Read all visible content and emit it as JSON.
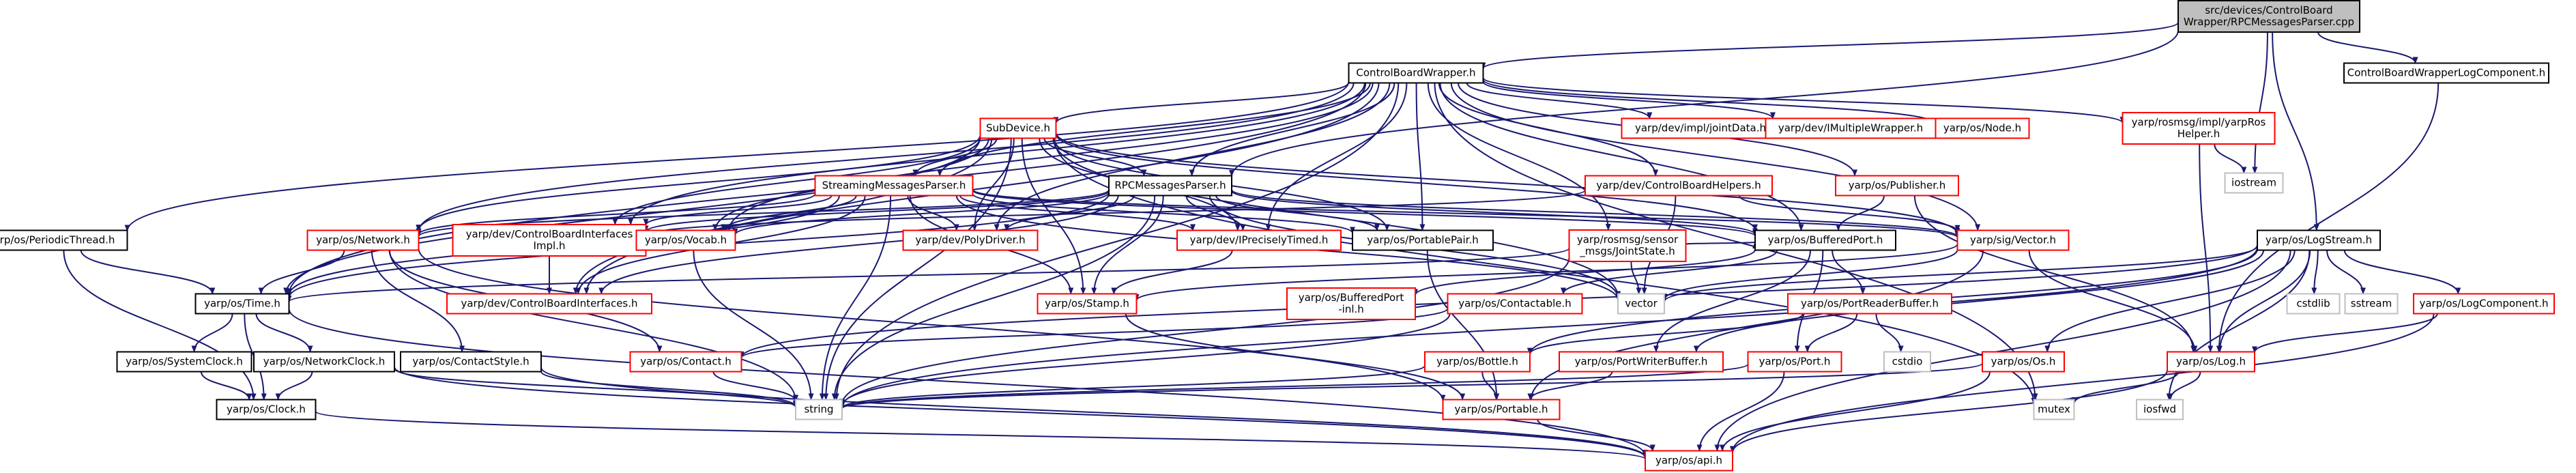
{
  "graph": {
    "nodes": [
      {
        "id": "root",
        "lines": [
          "src/devices/ControlBoard",
          "Wrapper/RPCMessagesParser.cpp"
        ],
        "color": "#000000",
        "fill": "#bfbfbf",
        "link": false
      },
      {
        "id": "cbw",
        "lines": [
          "ControlBoardWrapper.h"
        ],
        "color": "#000000",
        "fill": "#ffffff",
        "link": true
      },
      {
        "id": "cbwlog",
        "lines": [
          "ControlBoardWrapperLogComponent.h"
        ],
        "color": "#000000",
        "fill": "#ffffff",
        "link": true
      },
      {
        "id": "subdevice",
        "lines": [
          "SubDevice.h"
        ],
        "color": "#ff0000",
        "fill": "#ffffff",
        "link": true
      },
      {
        "id": "jointdata",
        "lines": [
          "yarp/dev/impl/jointData.h"
        ],
        "color": "#ff0000",
        "fill": "#ffffff",
        "link": true
      },
      {
        "id": "imultiple",
        "lines": [
          "yarp/dev/IMultipleWrapper.h"
        ],
        "color": "#ff0000",
        "fill": "#ffffff",
        "link": true
      },
      {
        "id": "node",
        "lines": [
          "yarp/os/Node.h"
        ],
        "color": "#ff0000",
        "fill": "#ffffff",
        "link": true
      },
      {
        "id": "roshelper",
        "lines": [
          "yarp/rosmsg/impl/yarpRos",
          "Helper.h"
        ],
        "color": "#ff0000",
        "fill": "#ffffff",
        "link": true
      },
      {
        "id": "iostream",
        "lines": [
          "iostream"
        ],
        "color": "#bfbfbf",
        "fill": "#ffffff",
        "link": false
      },
      {
        "id": "streamingparser",
        "lines": [
          "StreamingMessagesParser.h"
        ],
        "color": "#ff0000",
        "fill": "#ffffff",
        "link": true
      },
      {
        "id": "rpcparser",
        "lines": [
          "RPCMessagesParser.h"
        ],
        "color": "#000000",
        "fill": "#ffffff",
        "link": true
      },
      {
        "id": "cbhelpers",
        "lines": [
          "yarp/dev/ControlBoardHelpers.h"
        ],
        "color": "#ff0000",
        "fill": "#ffffff",
        "link": true
      },
      {
        "id": "publisher",
        "lines": [
          "yarp/os/Publisher.h"
        ],
        "color": "#ff0000",
        "fill": "#ffffff",
        "link": true
      },
      {
        "id": "periodicthread",
        "lines": [
          "yarp/os/PeriodicThread.h"
        ],
        "color": "#000000",
        "fill": "#ffffff",
        "link": true
      },
      {
        "id": "network",
        "lines": [
          "yarp/os/Network.h"
        ],
        "color": "#ff0000",
        "fill": "#ffffff",
        "link": true
      },
      {
        "id": "cbiimpl",
        "lines": [
          "yarp/dev/ControlBoardInterfaces",
          "Impl.h"
        ],
        "color": "#ff0000",
        "fill": "#ffffff",
        "link": true
      },
      {
        "id": "vocab",
        "lines": [
          "yarp/os/Vocab.h"
        ],
        "color": "#ff0000",
        "fill": "#ffffff",
        "link": true
      },
      {
        "id": "polydriver",
        "lines": [
          "yarp/dev/PolyDriver.h"
        ],
        "color": "#ff0000",
        "fill": "#ffffff",
        "link": true
      },
      {
        "id": "iprecisely",
        "lines": [
          "yarp/dev/IPreciselyTimed.h"
        ],
        "color": "#ff0000",
        "fill": "#ffffff",
        "link": true
      },
      {
        "id": "portablepair",
        "lines": [
          "yarp/os/PortablePair.h"
        ],
        "color": "#000000",
        "fill": "#ffffff",
        "link": true
      },
      {
        "id": "jointstate",
        "lines": [
          "yarp/rosmsg/sensor",
          "_msgs/JointState.h"
        ],
        "color": "#ff0000",
        "fill": "#ffffff",
        "link": true
      },
      {
        "id": "bufferedport",
        "lines": [
          "yarp/os/BufferedPort.h"
        ],
        "color": "#000000",
        "fill": "#ffffff",
        "link": true
      },
      {
        "id": "sigvector",
        "lines": [
          "yarp/sig/Vector.h"
        ],
        "color": "#ff0000",
        "fill": "#ffffff",
        "link": true
      },
      {
        "id": "logstream",
        "lines": [
          "yarp/os/LogStream.h"
        ],
        "color": "#000000",
        "fill": "#ffffff",
        "link": true
      },
      {
        "id": "time",
        "lines": [
          "yarp/os/Time.h"
        ],
        "color": "#000000",
        "fill": "#ffffff",
        "link": true
      },
      {
        "id": "cbi",
        "lines": [
          "yarp/dev/ControlBoardInterfaces.h"
        ],
        "color": "#ff0000",
        "fill": "#ffffff",
        "link": true
      },
      {
        "id": "stamp",
        "lines": [
          "yarp/os/Stamp.h"
        ],
        "color": "#ff0000",
        "fill": "#ffffff",
        "link": true
      },
      {
        "id": "bpinl",
        "lines": [
          "yarp/os/BufferedPort",
          "-inl.h"
        ],
        "color": "#ff0000",
        "fill": "#ffffff",
        "link": true
      },
      {
        "id": "contactable",
        "lines": [
          "yarp/os/Contactable.h"
        ],
        "color": "#ff0000",
        "fill": "#ffffff",
        "link": true
      },
      {
        "id": "vector",
        "lines": [
          "vector"
        ],
        "color": "#bfbfbf",
        "fill": "#ffffff",
        "link": false
      },
      {
        "id": "portreader",
        "lines": [
          "yarp/os/PortReaderBuffer.h"
        ],
        "color": "#ff0000",
        "fill": "#ffffff",
        "link": true
      },
      {
        "id": "cstdlib",
        "lines": [
          "cstdlib"
        ],
        "color": "#bfbfbf",
        "fill": "#ffffff",
        "link": false
      },
      {
        "id": "sstream",
        "lines": [
          "sstream"
        ],
        "color": "#bfbfbf",
        "fill": "#ffffff",
        "link": false
      },
      {
        "id": "logcomponent",
        "lines": [
          "yarp/os/LogComponent.h"
        ],
        "color": "#ff0000",
        "fill": "#ffffff",
        "link": true
      },
      {
        "id": "systemclock",
        "lines": [
          "yarp/os/SystemClock.h"
        ],
        "color": "#000000",
        "fill": "#ffffff",
        "link": true
      },
      {
        "id": "networkclock",
        "lines": [
          "yarp/os/NetworkClock.h"
        ],
        "color": "#000000",
        "fill": "#ffffff",
        "link": true
      },
      {
        "id": "contactstyle",
        "lines": [
          "yarp/os/ContactStyle.h"
        ],
        "color": "#000000",
        "fill": "#ffffff",
        "link": true
      },
      {
        "id": "contact",
        "lines": [
          "yarp/os/Contact.h"
        ],
        "color": "#ff0000",
        "fill": "#ffffff",
        "link": true
      },
      {
        "id": "bottle",
        "lines": [
          "yarp/os/Bottle.h"
        ],
        "color": "#ff0000",
        "fill": "#ffffff",
        "link": true
      },
      {
        "id": "portwriter",
        "lines": [
          "yarp/os/PortWriterBuffer.h"
        ],
        "color": "#ff0000",
        "fill": "#ffffff",
        "link": true
      },
      {
        "id": "port",
        "lines": [
          "yarp/os/Port.h"
        ],
        "color": "#ff0000",
        "fill": "#ffffff",
        "link": true
      },
      {
        "id": "cstdio",
        "lines": [
          "cstdio"
        ],
        "color": "#bfbfbf",
        "fill": "#ffffff",
        "link": false
      },
      {
        "id": "os",
        "lines": [
          "yarp/os/Os.h"
        ],
        "color": "#ff0000",
        "fill": "#ffffff",
        "link": true
      },
      {
        "id": "log",
        "lines": [
          "yarp/os/Log.h"
        ],
        "color": "#ff0000",
        "fill": "#ffffff",
        "link": true
      },
      {
        "id": "clock",
        "lines": [
          "yarp/os/Clock.h"
        ],
        "color": "#000000",
        "fill": "#ffffff",
        "link": true
      },
      {
        "id": "string",
        "lines": [
          "string"
        ],
        "color": "#bfbfbf",
        "fill": "#ffffff",
        "link": false
      },
      {
        "id": "portable",
        "lines": [
          "yarp/os/Portable.h"
        ],
        "color": "#ff0000",
        "fill": "#ffffff",
        "link": true
      },
      {
        "id": "mutex",
        "lines": [
          "mutex"
        ],
        "color": "#bfbfbf",
        "fill": "#ffffff",
        "link": false
      },
      {
        "id": "iosfwd",
        "lines": [
          "iosfwd"
        ],
        "color": "#bfbfbf",
        "fill": "#ffffff",
        "link": false
      },
      {
        "id": "api",
        "lines": [
          "yarp/os/api.h"
        ],
        "color": "#ff0000",
        "fill": "#ffffff",
        "link": true
      }
    ],
    "edges": [
      [
        "root",
        "cbw"
      ],
      [
        "root",
        "cbwlog"
      ],
      [
        "root",
        "rpcparser"
      ],
      [
        "root",
        "iostream"
      ],
      [
        "root",
        "logstream"
      ],
      [
        "cbw",
        "subdevice"
      ],
      [
        "cbw",
        "jointdata"
      ],
      [
        "cbw",
        "imultiple"
      ],
      [
        "cbw",
        "node"
      ],
      [
        "cbw",
        "roshelper"
      ],
      [
        "cbw",
        "streamingparser"
      ],
      [
        "cbw",
        "rpcparser"
      ],
      [
        "cbw",
        "cbhelpers"
      ],
      [
        "cbw",
        "publisher"
      ],
      [
        "cbw",
        "periodicthread"
      ],
      [
        "cbw",
        "network"
      ],
      [
        "cbw",
        "cbiimpl"
      ],
      [
        "cbw",
        "vocab"
      ],
      [
        "cbw",
        "polydriver"
      ],
      [
        "cbw",
        "iprecisely"
      ],
      [
        "cbw",
        "portablepair"
      ],
      [
        "cbw",
        "jointstate"
      ],
      [
        "cbw",
        "bufferedport"
      ],
      [
        "cbw",
        "sigvector"
      ],
      [
        "cbw",
        "time"
      ],
      [
        "cbw",
        "cbi"
      ],
      [
        "cbw",
        "string"
      ],
      [
        "cbw",
        "mutex"
      ],
      [
        "cbwlog",
        "log"
      ],
      [
        "subdevice",
        "streamingparser"
      ],
      [
        "subdevice",
        "rpcparser"
      ],
      [
        "subdevice",
        "network"
      ],
      [
        "subdevice",
        "cbiimpl"
      ],
      [
        "subdevice",
        "vocab"
      ],
      [
        "subdevice",
        "polydriver"
      ],
      [
        "subdevice",
        "iprecisely"
      ],
      [
        "subdevice",
        "portablepair"
      ],
      [
        "subdevice",
        "bufferedport"
      ],
      [
        "subdevice",
        "sigvector"
      ],
      [
        "subdevice",
        "time"
      ],
      [
        "subdevice",
        "cbi"
      ],
      [
        "subdevice",
        "stamp"
      ],
      [
        "subdevice",
        "string"
      ],
      [
        "subdevice",
        "vector"
      ],
      [
        "subdevice",
        "mutex"
      ],
      [
        "roshelper",
        "iostream"
      ],
      [
        "roshelper",
        "log"
      ],
      [
        "streamingparser",
        "network"
      ],
      [
        "streamingparser",
        "cbiimpl"
      ],
      [
        "streamingparser",
        "vocab"
      ],
      [
        "streamingparser",
        "polydriver"
      ],
      [
        "streamingparser",
        "iprecisely"
      ],
      [
        "streamingparser",
        "portablepair"
      ],
      [
        "streamingparser",
        "bufferedport"
      ],
      [
        "streamingparser",
        "sigvector"
      ],
      [
        "streamingparser",
        "time"
      ],
      [
        "streamingparser",
        "cbi"
      ],
      [
        "streamingparser",
        "stamp"
      ],
      [
        "streamingparser",
        "string"
      ],
      [
        "streamingparser",
        "vector"
      ],
      [
        "rpcparser",
        "network"
      ],
      [
        "rpcparser",
        "cbiimpl"
      ],
      [
        "rpcparser",
        "vocab"
      ],
      [
        "rpcparser",
        "polydriver"
      ],
      [
        "rpcparser",
        "iprecisely"
      ],
      [
        "rpcparser",
        "portablepair"
      ],
      [
        "rpcparser",
        "bufferedport"
      ],
      [
        "rpcparser",
        "sigvector"
      ],
      [
        "rpcparser",
        "time"
      ],
      [
        "rpcparser",
        "cbi"
      ],
      [
        "rpcparser",
        "stamp"
      ],
      [
        "rpcparser",
        "string"
      ],
      [
        "rpcparser",
        "vector"
      ],
      [
        "cbhelpers",
        "cbiimpl"
      ],
      [
        "cbhelpers",
        "sigvector"
      ],
      [
        "cbhelpers",
        "vector"
      ],
      [
        "publisher",
        "bufferedport"
      ],
      [
        "publisher",
        "log"
      ],
      [
        "periodicthread",
        "time"
      ],
      [
        "periodicthread",
        "clock"
      ],
      [
        "network",
        "time"
      ],
      [
        "network",
        "contactstyle"
      ],
      [
        "network",
        "contact"
      ],
      [
        "network",
        "portable"
      ],
      [
        "network",
        "string"
      ],
      [
        "cbiimpl",
        "cbi"
      ],
      [
        "vocab",
        "string"
      ],
      [
        "iprecisely",
        "stamp"
      ],
      [
        "portablepair",
        "portable"
      ],
      [
        "jointstate",
        "time"
      ],
      [
        "jointstate",
        "bufferedport"
      ],
      [
        "jointstate",
        "vector"
      ],
      [
        "jointstate",
        "string"
      ],
      [
        "bufferedport",
        "contactable"
      ],
      [
        "bufferedport",
        "bpinl"
      ],
      [
        "bufferedport",
        "portreader"
      ],
      [
        "bufferedport",
        "port"
      ],
      [
        "bufferedport",
        "portwriter"
      ],
      [
        "sigvector",
        "vector"
      ],
      [
        "sigvector",
        "log"
      ],
      [
        "sigvector",
        "portable"
      ],
      [
        "sigvector",
        "stamp"
      ],
      [
        "logstream",
        "log"
      ],
      [
        "logstream",
        "logcomponent"
      ],
      [
        "logstream",
        "os"
      ],
      [
        "logstream",
        "cstdlib"
      ],
      [
        "logstream",
        "sstream"
      ],
      [
        "logstream",
        "iosfwd"
      ],
      [
        "logstream",
        "string"
      ],
      [
        "logstream",
        "vector"
      ],
      [
        "logstream",
        "api"
      ],
      [
        "logstream",
        "contact"
      ],
      [
        "logstream",
        "bottle"
      ],
      [
        "logstream",
        "portwriter"
      ],
      [
        "time",
        "systemclock"
      ],
      [
        "time",
        "networkclock"
      ],
      [
        "time",
        "clock"
      ],
      [
        "time",
        "api"
      ],
      [
        "stamp",
        "portable"
      ],
      [
        "contactable",
        "contact"
      ],
      [
        "contactable",
        "string"
      ],
      [
        "portreader",
        "port"
      ],
      [
        "portreader",
        "bottle"
      ],
      [
        "portreader",
        "cstdio"
      ],
      [
        "logcomponent",
        "log"
      ],
      [
        "logcomponent",
        "api"
      ],
      [
        "systemclock",
        "clock"
      ],
      [
        "networkclock",
        "clock"
      ],
      [
        "networkclock",
        "string"
      ],
      [
        "networkclock",
        "api"
      ],
      [
        "contactstyle",
        "string"
      ],
      [
        "contactstyle",
        "api"
      ],
      [
        "contact",
        "string"
      ],
      [
        "bottle",
        "portable"
      ],
      [
        "bottle",
        "string"
      ],
      [
        "portwriter",
        "portable"
      ],
      [
        "port",
        "string"
      ],
      [
        "port",
        "api"
      ],
      [
        "os",
        "string"
      ],
      [
        "os",
        "api"
      ],
      [
        "log",
        "mutex"
      ],
      [
        "log",
        "iosfwd"
      ],
      [
        "log",
        "api"
      ],
      [
        "clock",
        "api"
      ],
      [
        "portable",
        "api"
      ]
    ]
  }
}
